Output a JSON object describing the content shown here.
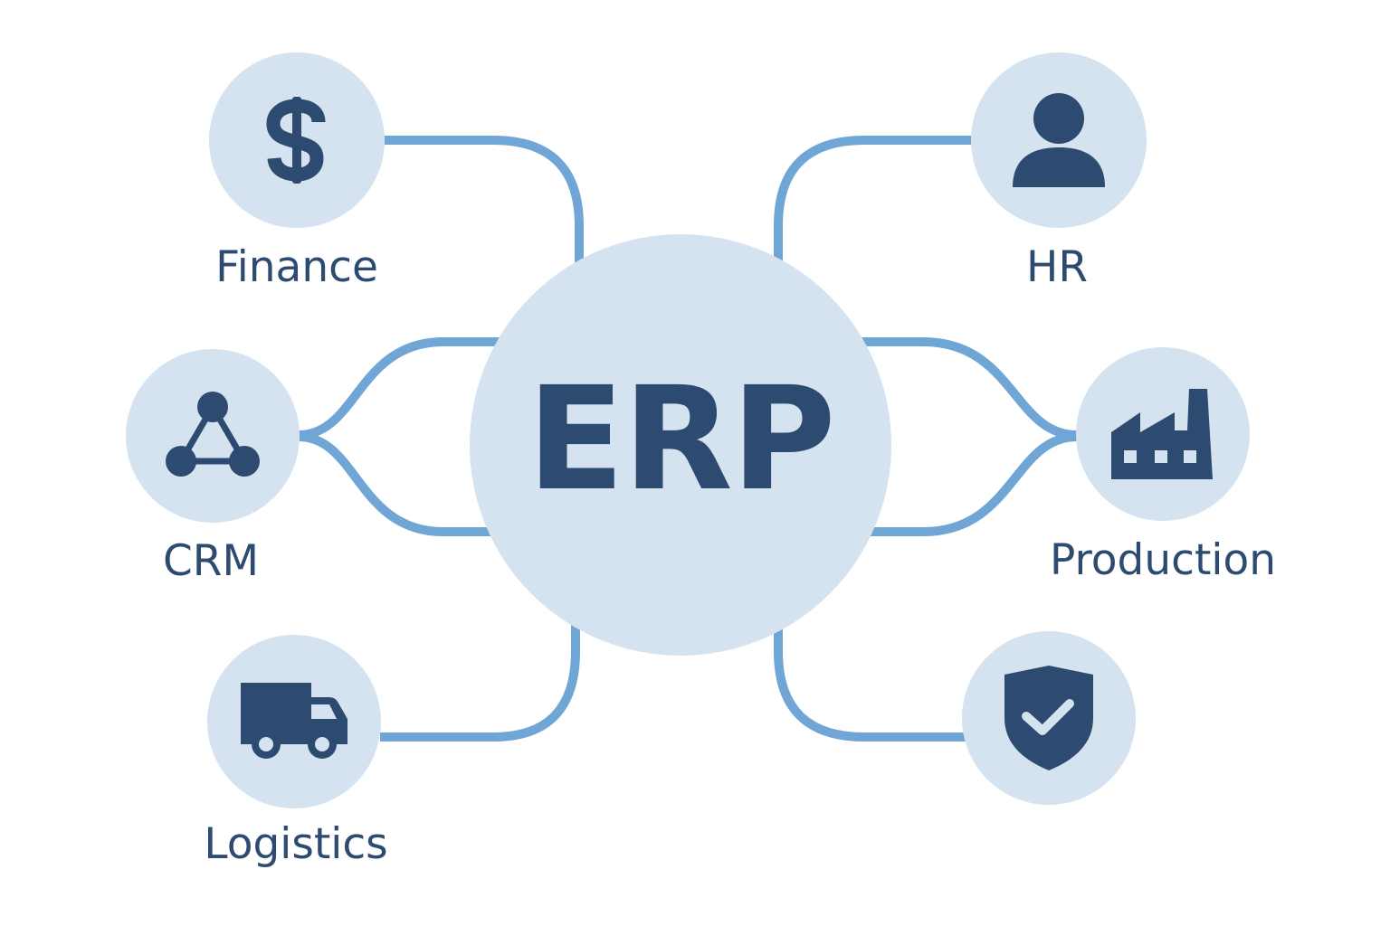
{
  "diagram": {
    "title": "ERP",
    "colors": {
      "node_fill": "#d4e3ef",
      "icon": "#2d4a70",
      "label": "#2d4a70",
      "connector": "#6fa6d6",
      "background": "#ffffff"
    },
    "hub": {
      "label": "ERP"
    },
    "modules": [
      {
        "id": "finance",
        "label": "Finance",
        "icon": "dollar-icon"
      },
      {
        "id": "crm",
        "label": "CRM",
        "icon": "network-triangle-icon"
      },
      {
        "id": "logistics",
        "label": "Logistics",
        "icon": "truck-icon"
      },
      {
        "id": "hr",
        "label": "HR",
        "icon": "person-icon"
      },
      {
        "id": "production",
        "label": "Production",
        "icon": "factory-icon"
      },
      {
        "id": "security",
        "label": "",
        "icon": "shield-check-icon"
      }
    ]
  }
}
